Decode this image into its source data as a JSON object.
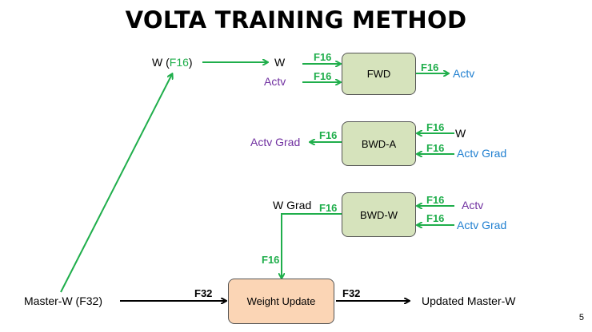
{
  "title": "VOLTA TRAINING METHOD",
  "page_number": "5",
  "colors": {
    "arrow_green": "#1fae4b",
    "box_green": "#d6e3bc",
    "box_orange": "#fbd5b5",
    "purple_text": "#7030a0",
    "blue_text": "#1f7fd0"
  },
  "nodes": {
    "w_f16": {
      "prefix": "W (",
      "precision": "F16",
      "suffix": ")"
    },
    "w_cast": "W",
    "fwd_actv_in": "Actv",
    "fwd_box": "FWD",
    "fwd_actv_out": "Actv",
    "bwd_a_box": "BWD-A",
    "bwd_a_actv_grad_out": "Actv Grad",
    "bwd_a_w_in": "W",
    "bwd_a_actv_grad_in": "Actv Grad",
    "bwd_w_box": "BWD-W",
    "bwd_w_w_grad_out": "W Grad",
    "bwd_w_actv_in": "Actv",
    "bwd_w_actv_grad_in": "Actv Grad",
    "weight_update_box": "Weight Update",
    "master_w": "Master-W (F32)",
    "updated_master_w": "Updated Master-W"
  },
  "edge_labels": {
    "fwd_w_in": "F16",
    "fwd_actv_in": "F16",
    "fwd_out": "F16",
    "bwd_a_out": "F16",
    "bwd_a_w_in": "F16",
    "bwd_a_actv_grad_in": "F16",
    "bwd_w_out": "F16",
    "bwd_w_actv_in": "F16",
    "bwd_w_actv_grad_in": "F16",
    "w_grad_down": "F16",
    "master_in": "F32",
    "update_out": "F32"
  }
}
